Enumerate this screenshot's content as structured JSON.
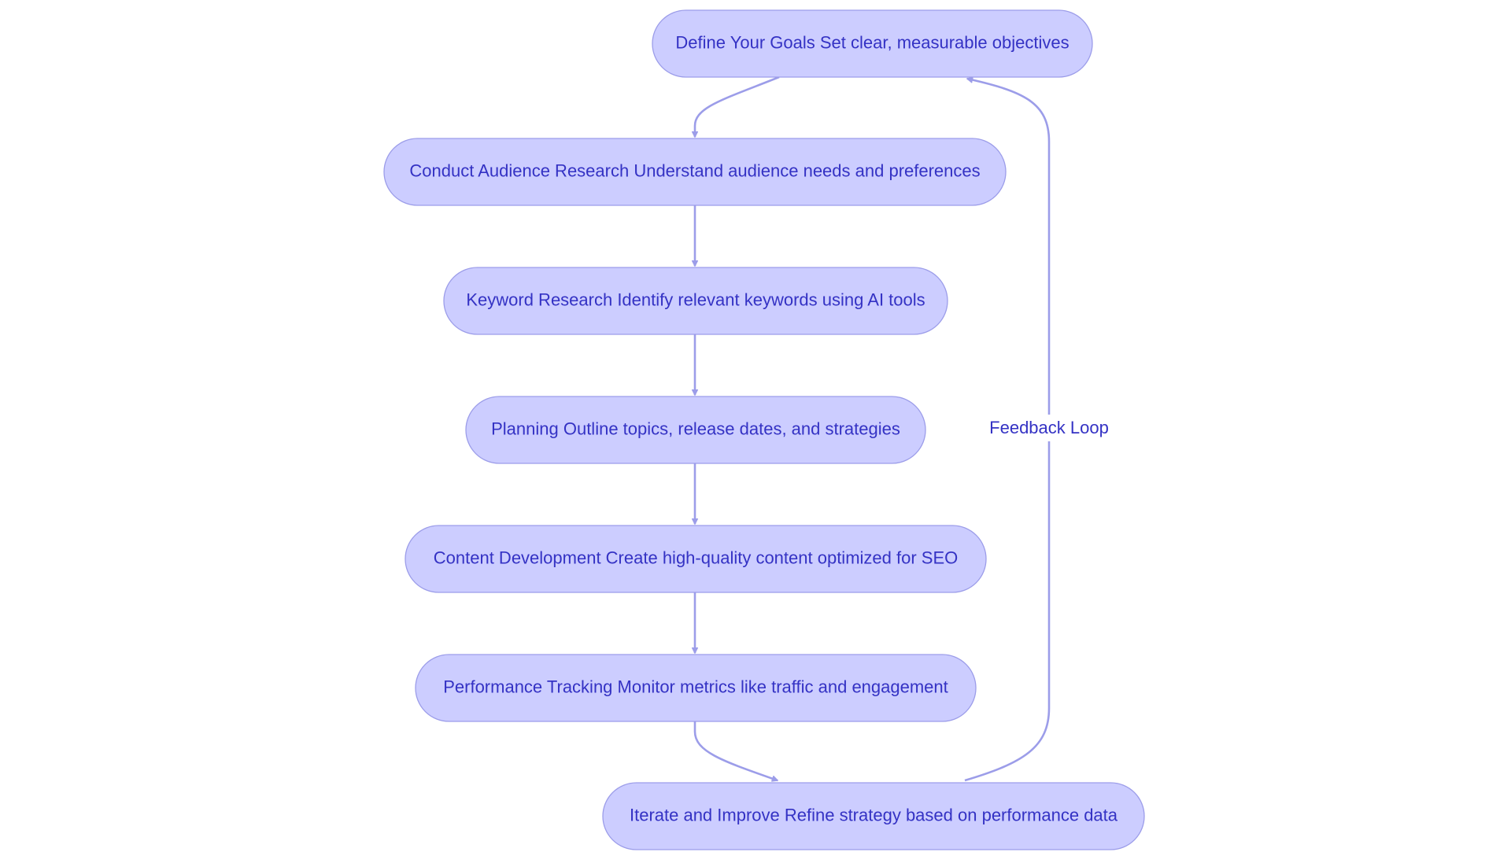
{
  "diagram": {
    "type": "flowchart",
    "colors": {
      "node_fill": "#cccdff",
      "node_border": "#9c9de9",
      "text": "#3432c4",
      "edge": "#9c9de9"
    },
    "nodes": [
      {
        "id": "goals",
        "label": "Define Your Goals Set clear, measurable objectives"
      },
      {
        "id": "audience",
        "label": "Conduct Audience Research Understand audience needs and preferences"
      },
      {
        "id": "keywords",
        "label": "Keyword Research Identify relevant keywords using AI tools"
      },
      {
        "id": "planning",
        "label": "Planning Outline topics, release dates, and strategies"
      },
      {
        "id": "content",
        "label": "Content Development Create high-quality content optimized for SEO"
      },
      {
        "id": "tracking",
        "label": "Performance Tracking Monitor metrics like traffic and engagement"
      },
      {
        "id": "iterate",
        "label": "Iterate and Improve Refine strategy based on performance data"
      }
    ],
    "edges": [
      {
        "from": "goals",
        "to": "audience",
        "label": ""
      },
      {
        "from": "audience",
        "to": "keywords",
        "label": ""
      },
      {
        "from": "keywords",
        "to": "planning",
        "label": ""
      },
      {
        "from": "planning",
        "to": "content",
        "label": ""
      },
      {
        "from": "content",
        "to": "tracking",
        "label": ""
      },
      {
        "from": "tracking",
        "to": "iterate",
        "label": ""
      },
      {
        "from": "iterate",
        "to": "goals",
        "label": "Feedback Loop"
      }
    ]
  }
}
